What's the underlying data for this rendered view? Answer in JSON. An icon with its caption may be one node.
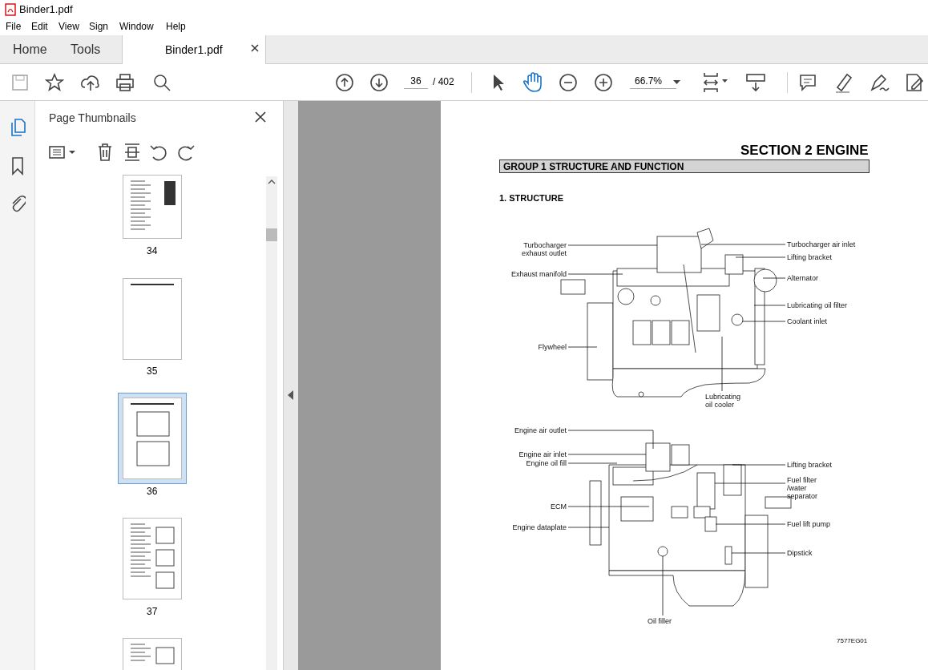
{
  "diagram": {
    "nodes": [
      {
        "text": [
          "Turbocharger exhaust outlet"
        ]
      },
      {
        "text": [
          "Exhaust manifold"
        ]
      },
      {
        "text": [
          "Flywheel"
        ]
      },
      {
        "text": [
          "Turbocharger air inlet"
        ]
      },
      {
        "text": [
          "Lifting bracket"
        ]
      },
      {
        "text": [
          "Alternator"
        ]
      },
      {
        "text": [
          "Lubricating oil filter"
        ]
      },
      {
        "text": [
          "Coolant inlet"
        ]
      },
      {
        "text": [
          "Lubricating oil cooler"
        ]
      },
      {
        "text": [
          "Engine air outlet"
        ]
      },
      {
        "text": [
          "Engine air inlet"
        ]
      },
      {
        "text": [
          "Engine oil fill"
        ]
      },
      {
        "text": [
          "ECM"
        ]
      },
      {
        "text": [
          "Engine dataplate"
        ]
      },
      {
        "text": [
          "Oil filler"
        ]
      },
      {
        "text": [
          "Lifting bracket"
        ]
      },
      {
        "text": [
          "Fuel filter /water separator"
        ]
      },
      {
        "text": [
          "Fuel lift pump"
        ]
      },
      {
        "text": [
          "Dipstick"
        ]
      }
    ],
    "edges": [
      {
        "from": 0,
        "to": null,
        "arrow": "none"
      },
      {
        "from": 1,
        "to": null,
        "arrow": "none"
      },
      {
        "from": 2,
        "to": null,
        "arrow": "none"
      },
      {
        "from": 3,
        "to": null,
        "arrow": "none"
      },
      {
        "from": 4,
        "to": null,
        "arrow": "none"
      },
      {
        "from": 5,
        "to": null,
        "arrow": "none"
      },
      {
        "from": 6,
        "to": null,
        "arrow": "none"
      },
      {
        "from": 7,
        "to": null,
        "arrow": "none"
      },
      {
        "from": 8,
        "to": null,
        "arrow": "none"
      },
      {
        "from": 9,
        "to": null,
        "arrow": "none"
      },
      {
        "from": 10,
        "to": null,
        "arrow": "none"
      },
      {
        "from": 11,
        "to": null,
        "arrow": "none"
      },
      {
        "from": 12,
        "to": null,
        "arrow": "none"
      },
      {
        "from": 13,
        "to": null,
        "arrow": "none"
      },
      {
        "from": 14,
        "to": null,
        "arrow": "none"
      },
      {
        "from": 15,
        "to": null,
        "arrow": "none"
      },
      {
        "from": 16,
        "to": null,
        "arrow": "none"
      },
      {
        "from": 17,
        "to": null,
        "arrow": "none"
      },
      {
        "from": 18,
        "to": null,
        "arrow": "none"
      }
    ],
    "labels": [
      "Binder1.pdf",
      "File",
      "Edit",
      "View",
      "Sign",
      "Window",
      "Help",
      "Home",
      "Tools",
      "Binder1.pdf",
      "36",
      "/ 402",
      "66.7%",
      "Page Thumbnails",
      "34",
      "35",
      "36",
      "37",
      "SECTION 2 ENGINE",
      "GROUP 1 STRUCTURE AND FUNCTION",
      "1. STRUCTURE",
      "7577EG01"
    ]
  }
}
